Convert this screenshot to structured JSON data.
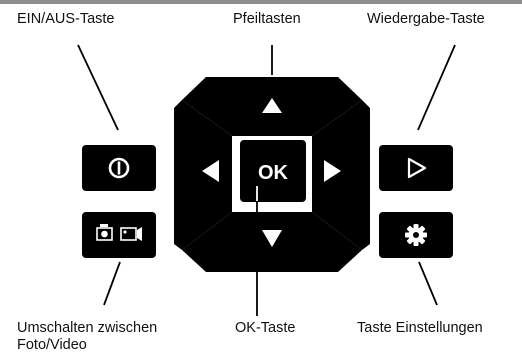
{
  "labels": {
    "power": "EIN/AUS-Taste",
    "arrows": "Pfeiltasten",
    "playback": "Wiedergabe-Taste",
    "mode_line1": "Umschalten zwischen",
    "mode_line2": "Foto/Video",
    "ok_key": "OK-Taste",
    "settings": "Taste Einstellungen"
  },
  "keys": {
    "ok_text": "OK"
  },
  "icons": {
    "power": "power-icon",
    "camera": "camera-icon",
    "video": "video-camera-icon",
    "playback": "play-outline-icon",
    "settings": "gear-icon",
    "arrows": [
      "arrow-up-icon",
      "arrow-down-icon",
      "arrow-left-icon",
      "arrow-right-icon"
    ]
  },
  "colors": {
    "key": "#000000",
    "symbol": "#ffffff",
    "line": "#000000",
    "text": "#111111",
    "top_bar": "#8e8e8e"
  }
}
